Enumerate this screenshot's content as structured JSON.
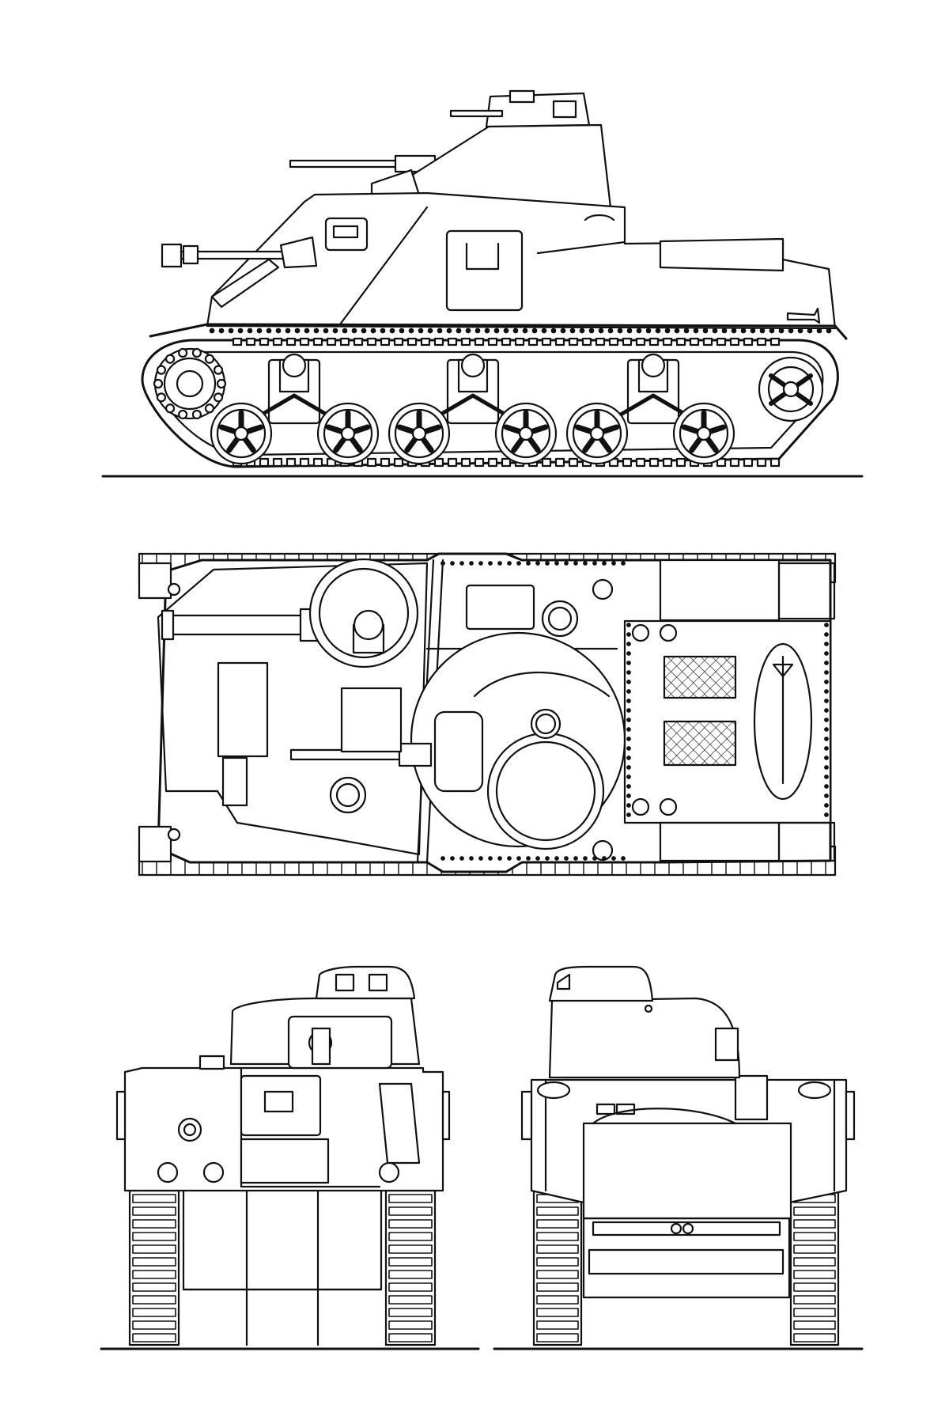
{
  "drawing": {
    "ink_color": "#111111",
    "paper_color": "#ffffff",
    "fill_color": "#ffffff",
    "views": [
      "side-view",
      "top-view",
      "front-view",
      "rear-view"
    ],
    "labels": []
  }
}
